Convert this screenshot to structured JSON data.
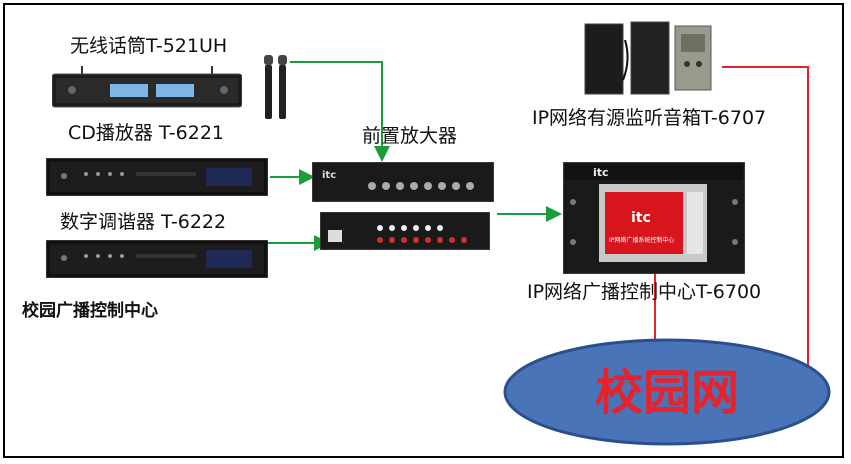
{
  "labels": {
    "mic": "无线话筒T-521UH",
    "cd": "CD播放器 T-6221",
    "tuner": "数字调谐器 T-6222",
    "preamp": "前置放大器",
    "speaker": "IP网络有源监听音箱T-6707",
    "controller": "IP网络广播控制中心T-6700",
    "center": "校园广播控制中心",
    "network": "校园网"
  },
  "devices": {
    "amp_brand": "itc",
    "controller_brand": "itc",
    "controller_screen_brand": "itc",
    "controller_screen_text": "IP网络广播系统控制中心"
  },
  "colors": {
    "wire_green": "#1a9e3a",
    "wire_red": "#e0262b",
    "cloud_fill": "#4a74b8",
    "cloud_stroke": "#2b4f8a",
    "network_text": "#e8222b"
  }
}
